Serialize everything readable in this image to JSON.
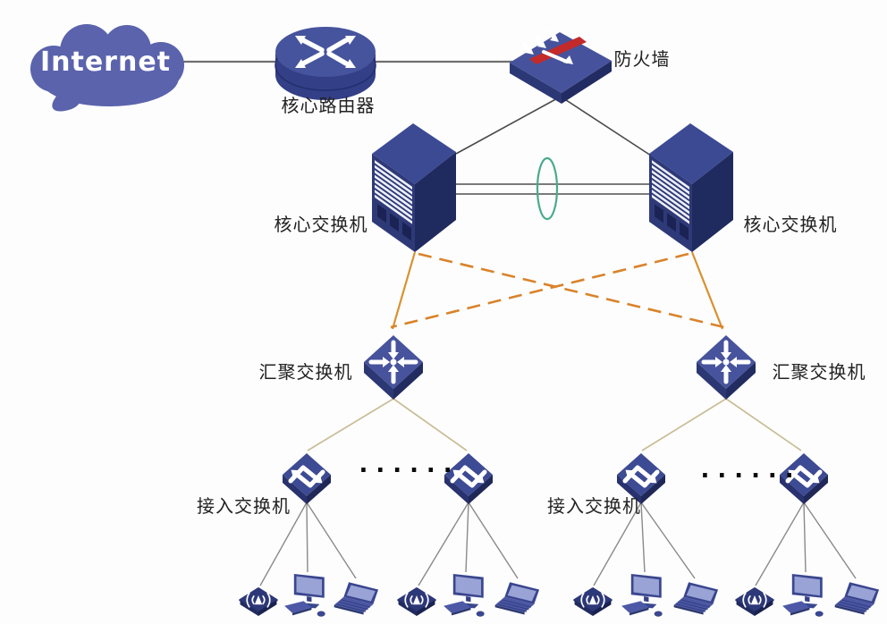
{
  "diagram": {
    "internet": {
      "label": "Internet"
    },
    "core_router": {
      "label": "核心路由器"
    },
    "firewall": {
      "label": "防火墙"
    },
    "core_switch_left": {
      "label": "核心交换机"
    },
    "core_switch_right": {
      "label": "核心交换机"
    },
    "agg_switch_left": {
      "label": "汇聚交换机"
    },
    "agg_switch_right": {
      "label": "汇聚交换机"
    },
    "access_switches_left": {
      "label": "接入交换机",
      "more_indicator": "......"
    },
    "access_switches_right": {
      "label": "接入交换机",
      "more_indicator": "......"
    },
    "colors": {
      "cloud_fill": "#5a63ac",
      "device_navy": "#2e3a74",
      "device_blue": "#46539c",
      "screen_fill": "#9aa3d6",
      "link_gray": "#6f6f6f",
      "uplink_dark": "#4a4a4a",
      "link_orange_solid": "#d9902f",
      "link_orange_dashed": "#d9832b",
      "link_tan": "#c9bd98",
      "aggregation_ellipse": "#4aaa8e",
      "firewall_stripe": "#c32a2a"
    }
  }
}
